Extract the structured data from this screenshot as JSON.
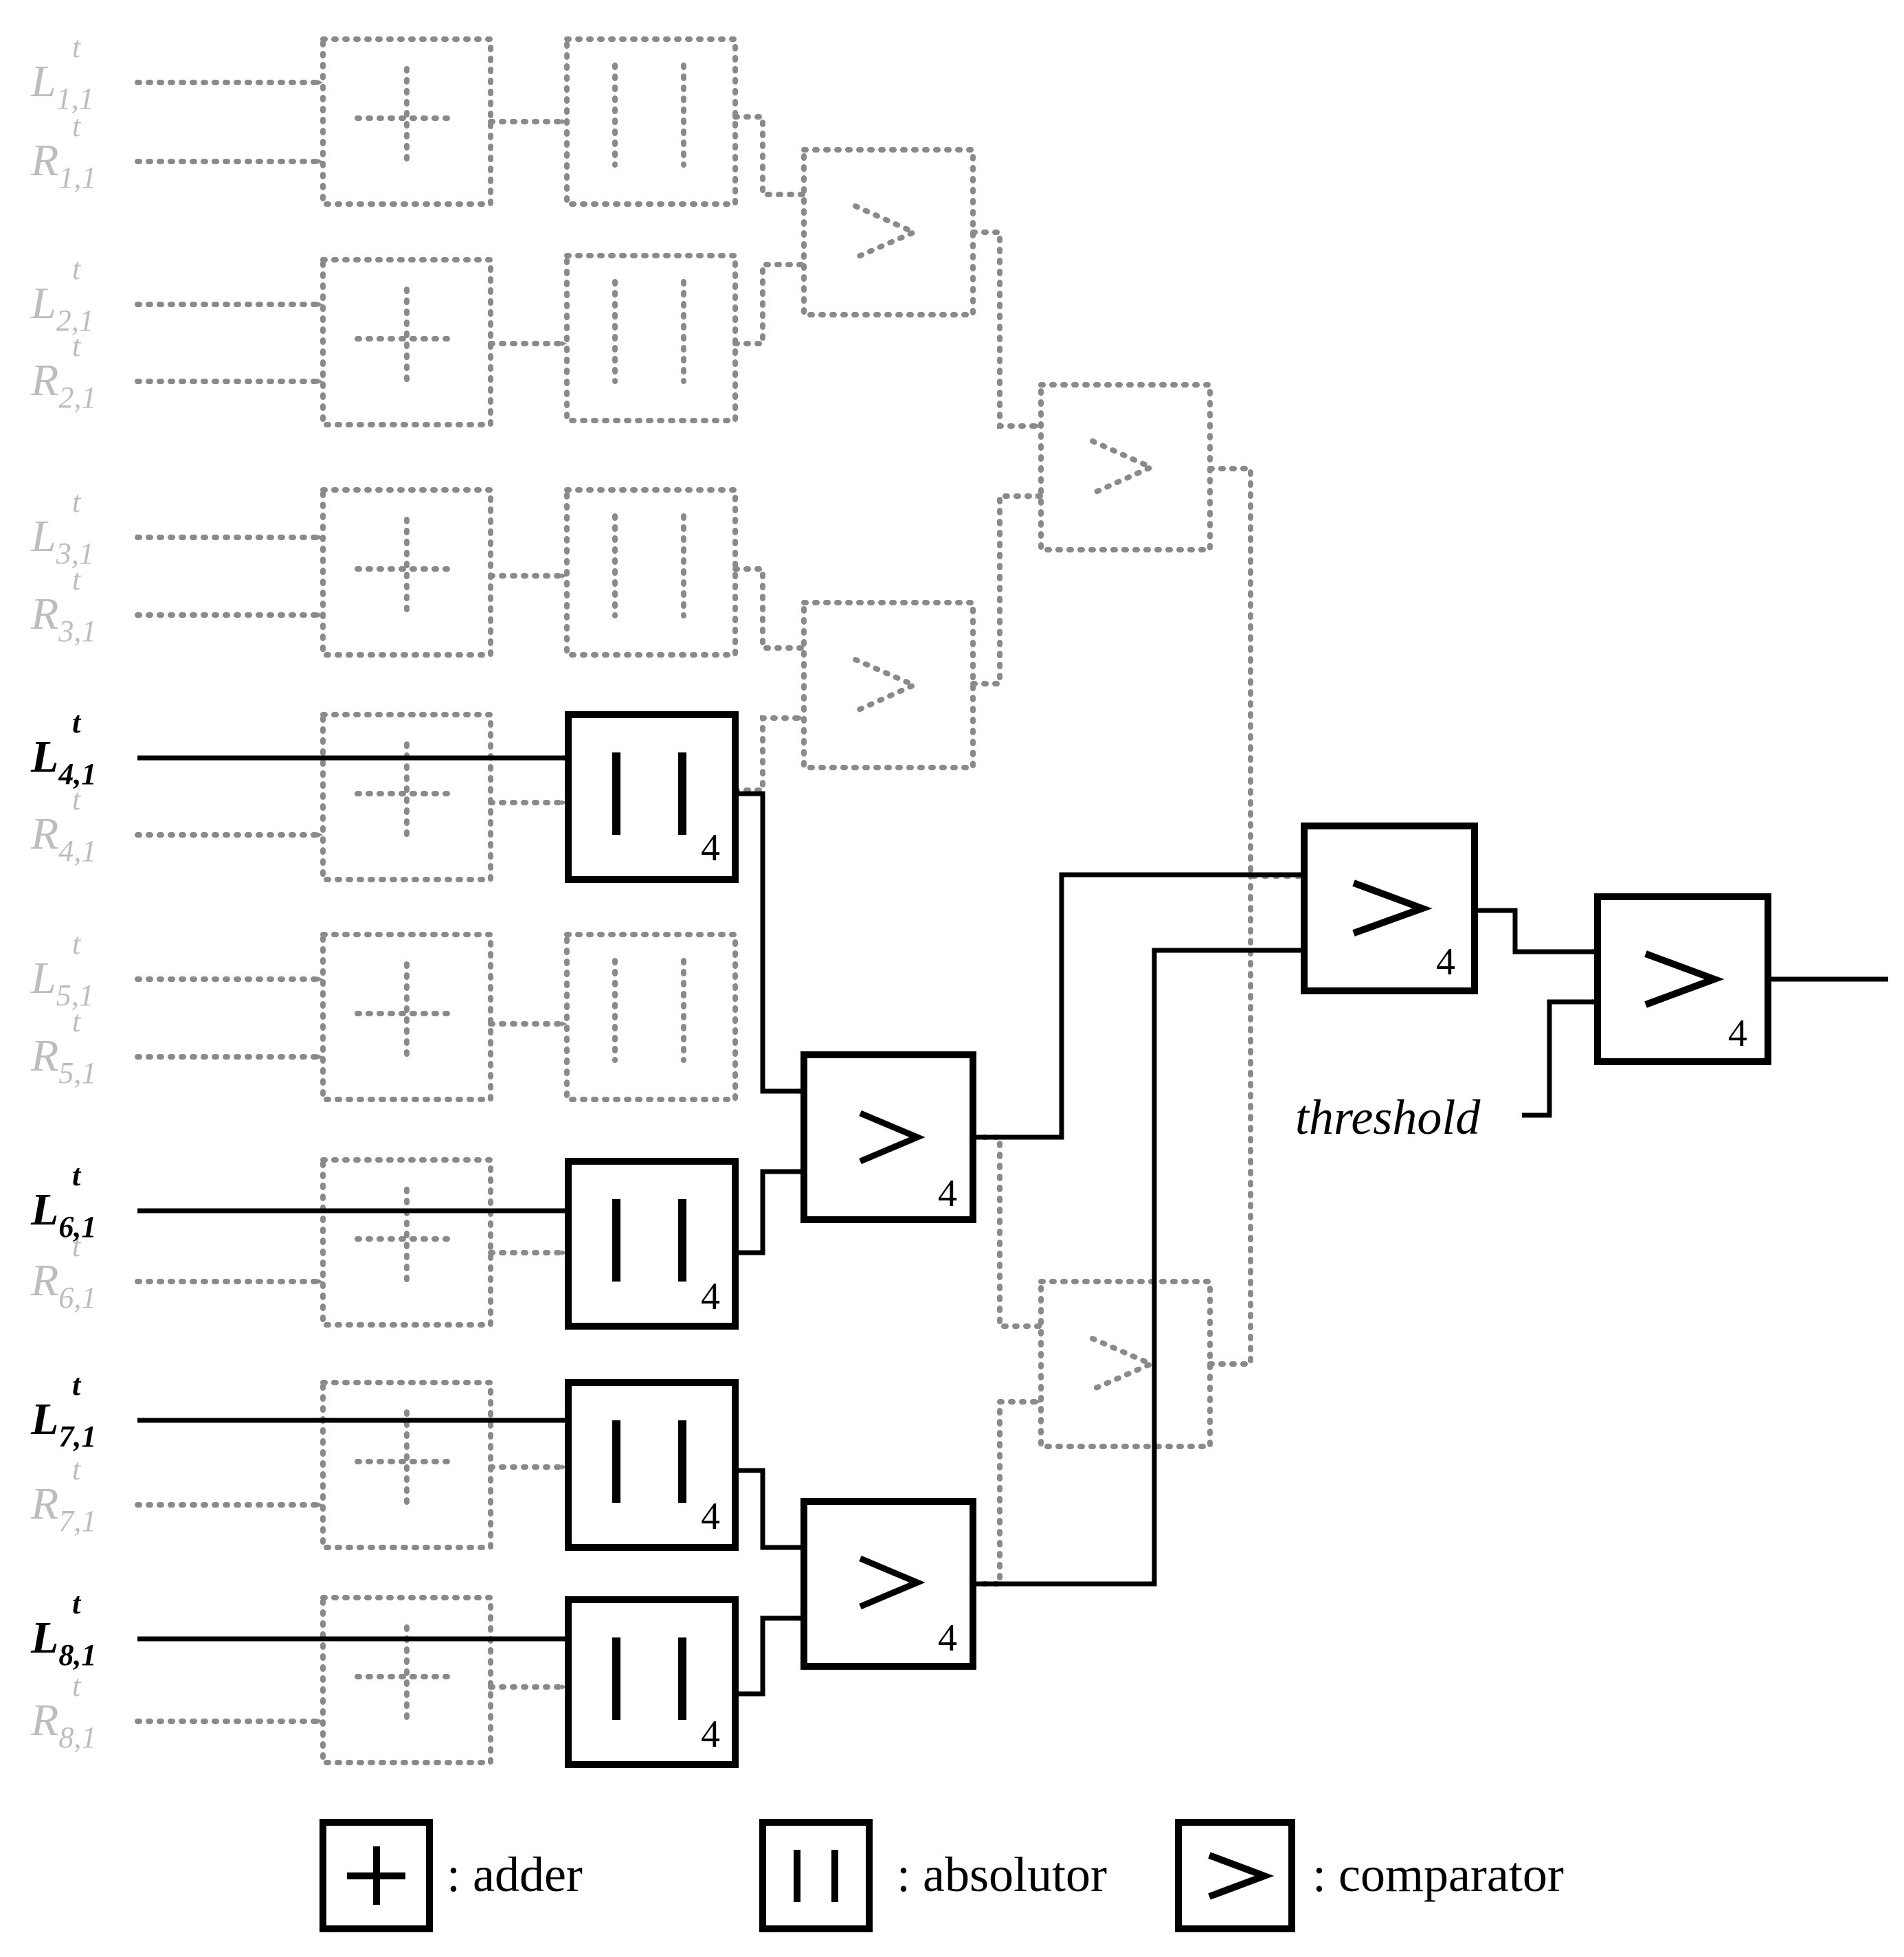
{
  "inputs": {
    "L1": {
      "base": "L",
      "sub": "1,1",
      "sup": "t"
    },
    "R1": {
      "base": "R",
      "sub": "1,1",
      "sup": "t"
    },
    "L2": {
      "base": "L",
      "sub": "2,1",
      "sup": "t"
    },
    "R2": {
      "base": "R",
      "sub": "2,1",
      "sup": "t"
    },
    "L3": {
      "base": "L",
      "sub": "3,1",
      "sup": "t"
    },
    "R3": {
      "base": "R",
      "sub": "3,1",
      "sup": "t"
    },
    "L4": {
      "base": "L",
      "sub": "4,1",
      "sup": "t"
    },
    "R4": {
      "base": "R",
      "sub": "4,1",
      "sup": "t"
    },
    "L5": {
      "base": "L",
      "sub": "5,1",
      "sup": "t"
    },
    "R5": {
      "base": "R",
      "sub": "5,1",
      "sup": "t"
    },
    "L6": {
      "base": "L",
      "sub": "6,1",
      "sup": "t"
    },
    "R6": {
      "base": "R",
      "sub": "6,1",
      "sup": "t"
    },
    "L7": {
      "base": "L",
      "sub": "7,1",
      "sup": "t"
    },
    "R7": {
      "base": "R",
      "sub": "7,1",
      "sup": "t"
    },
    "L8": {
      "base": "L",
      "sub": "8,1",
      "sup": "t"
    },
    "R8": {
      "base": "R",
      "sub": "8,1",
      "sup": "t"
    }
  },
  "bit_width": "4",
  "threshold_label": "threshold",
  "legend": {
    "adder": ": adder",
    "absolutor": ": absolutor",
    "comparator": ": comparator"
  },
  "colors": {
    "active": "#000000",
    "inactive": "#8a8a8a",
    "inactive_text": "#bdbdbd"
  }
}
